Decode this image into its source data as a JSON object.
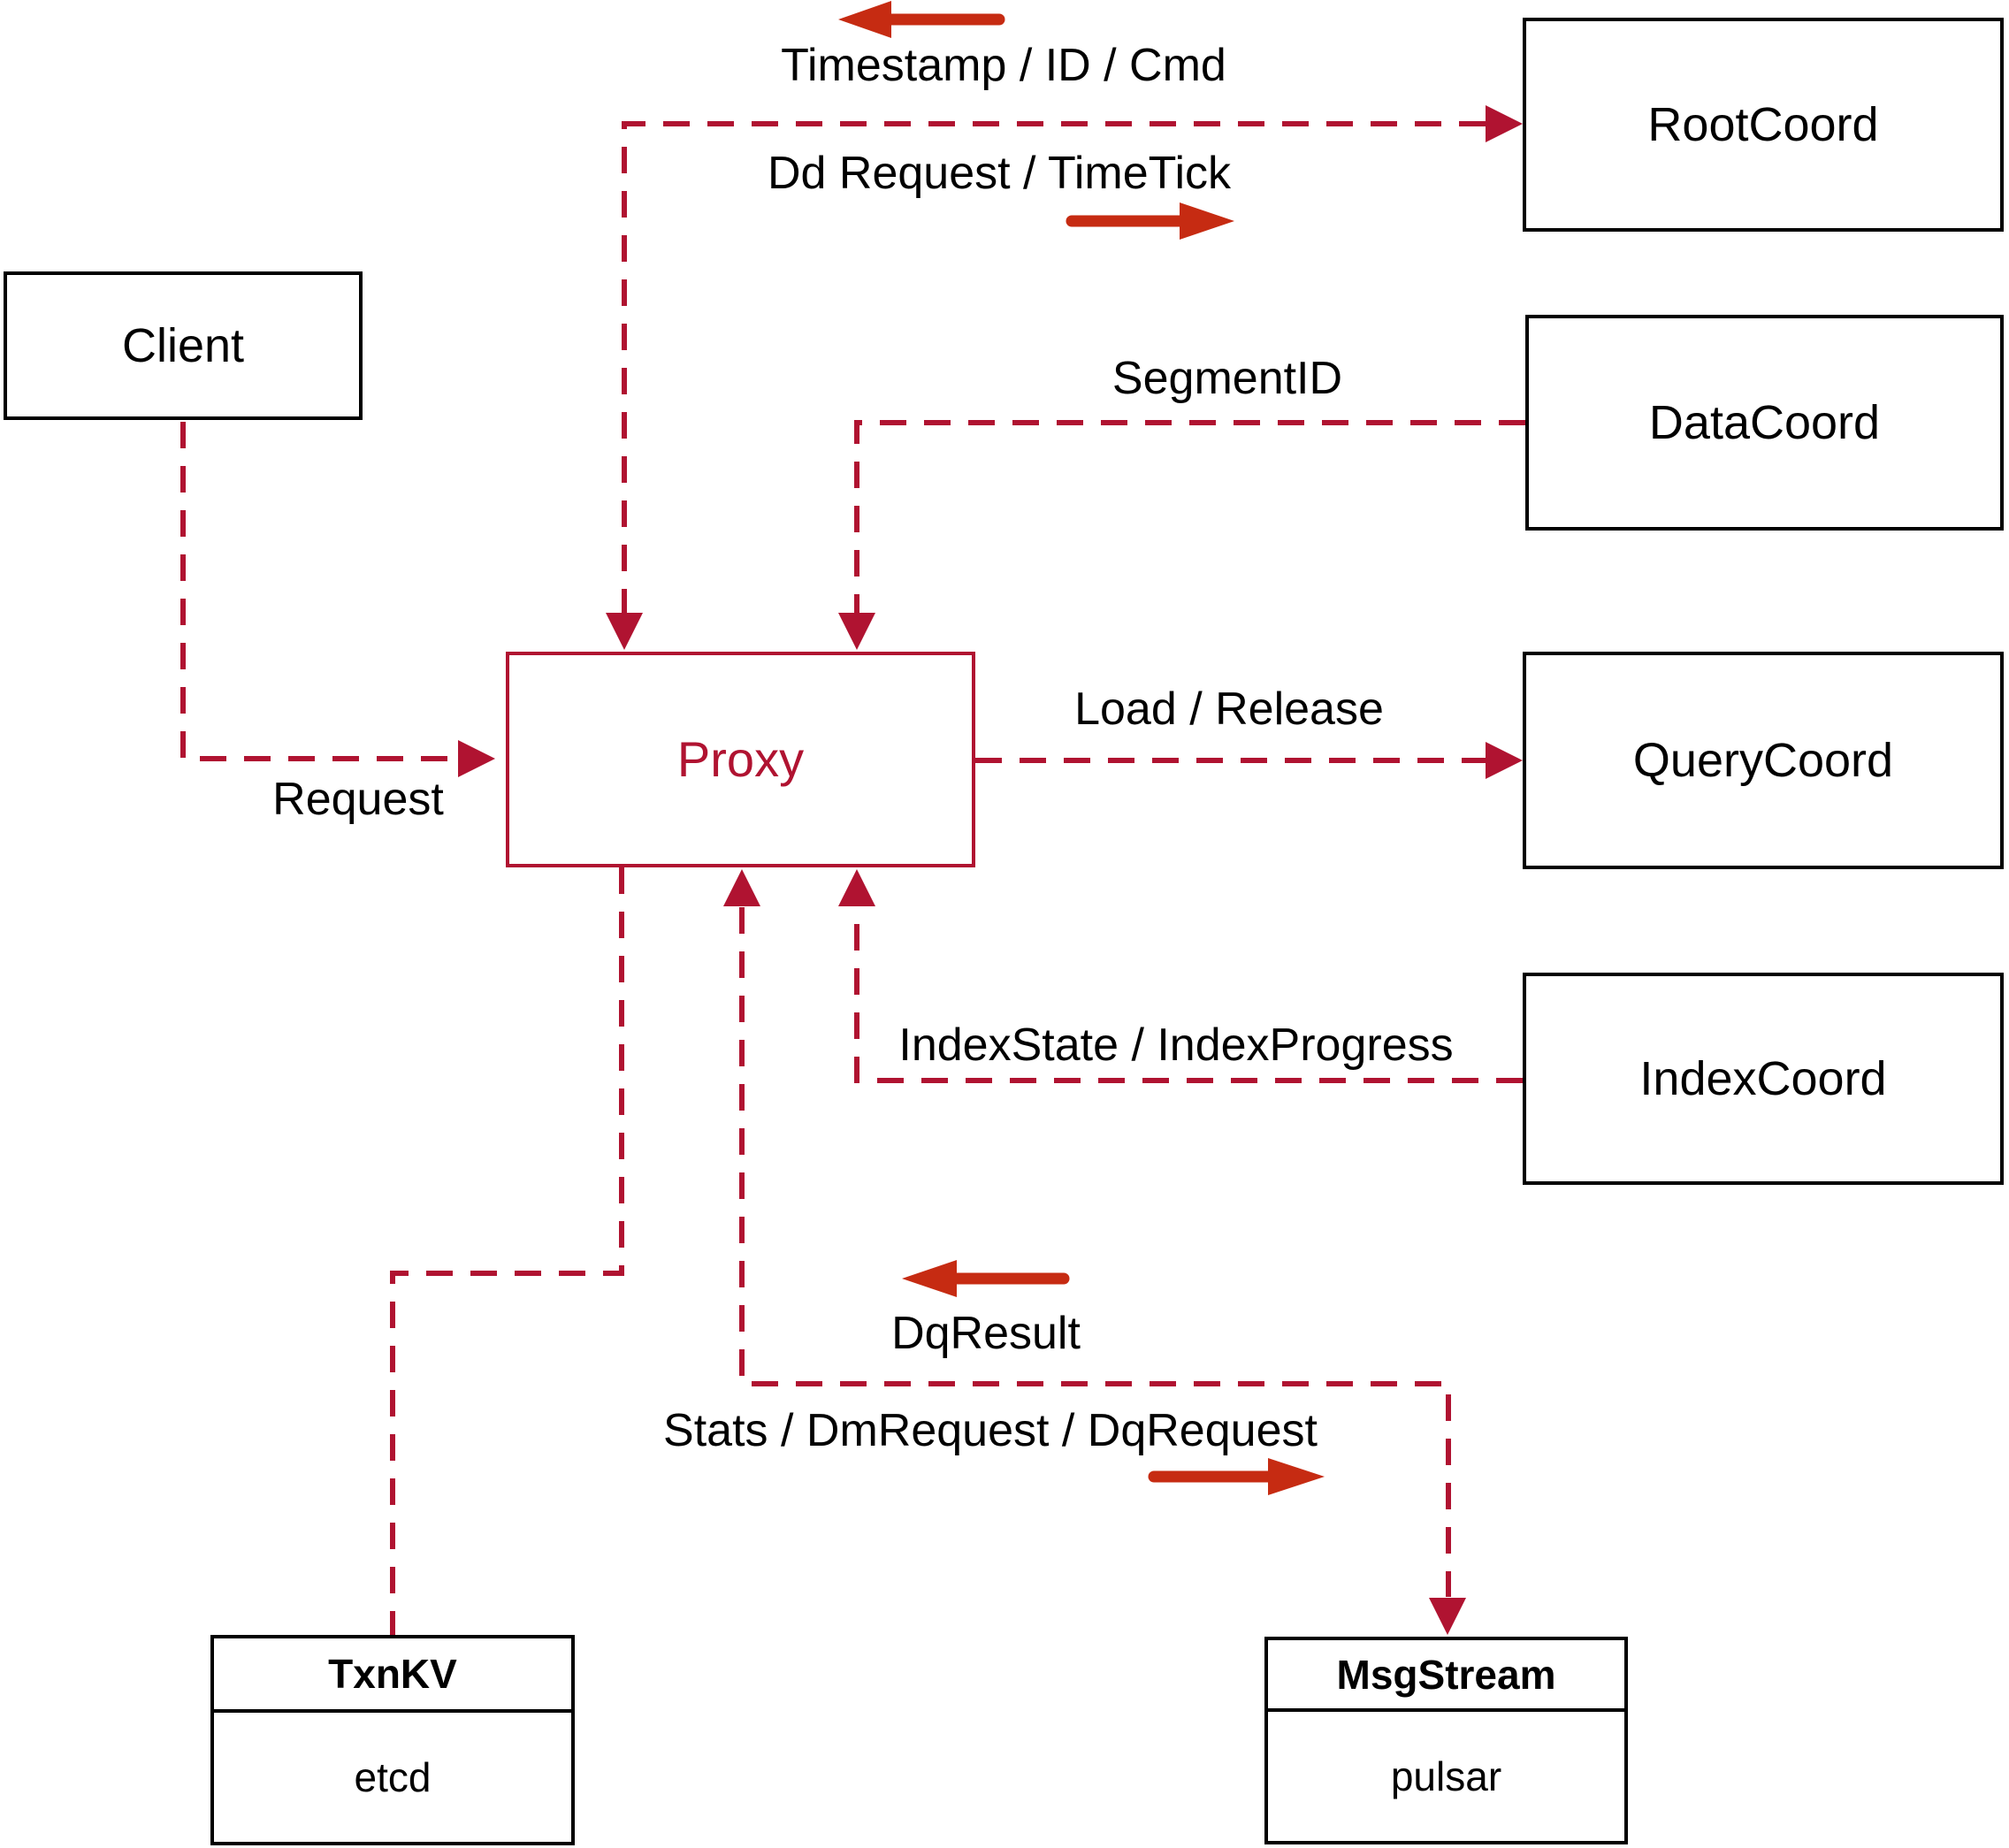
{
  "diagram": {
    "nodes": {
      "client": "Client",
      "proxy": "Proxy",
      "rootCoord": "RootCoord",
      "dataCoord": "DataCoord",
      "queryCoord": "QueryCoord",
      "indexCoord": "IndexCoord",
      "txnKV": {
        "title": "TxnKV",
        "impl": "etcd"
      },
      "msgStream": {
        "title": "MsgStream",
        "impl": "pulsar"
      }
    },
    "edges": {
      "timestampIdCmd": "Timestamp / ID / Cmd",
      "ddRequestTimeTick": "Dd Request / TimeTick",
      "segmentId": "SegmentID",
      "request": "Request",
      "loadRelease": "Load / Release",
      "indexStateProgress": "IndexState / IndexProgress",
      "dqResult": "DqResult",
      "statsDmDq": "Stats / DmRequest / DqRequest"
    },
    "colors": {
      "dashed_line": "#b01331",
      "annotation_arrow": "#c62b12",
      "box_border": "#000000",
      "text": "#000000",
      "proxy_accent": "#b01331",
      "bg": "#ffffff"
    }
  }
}
